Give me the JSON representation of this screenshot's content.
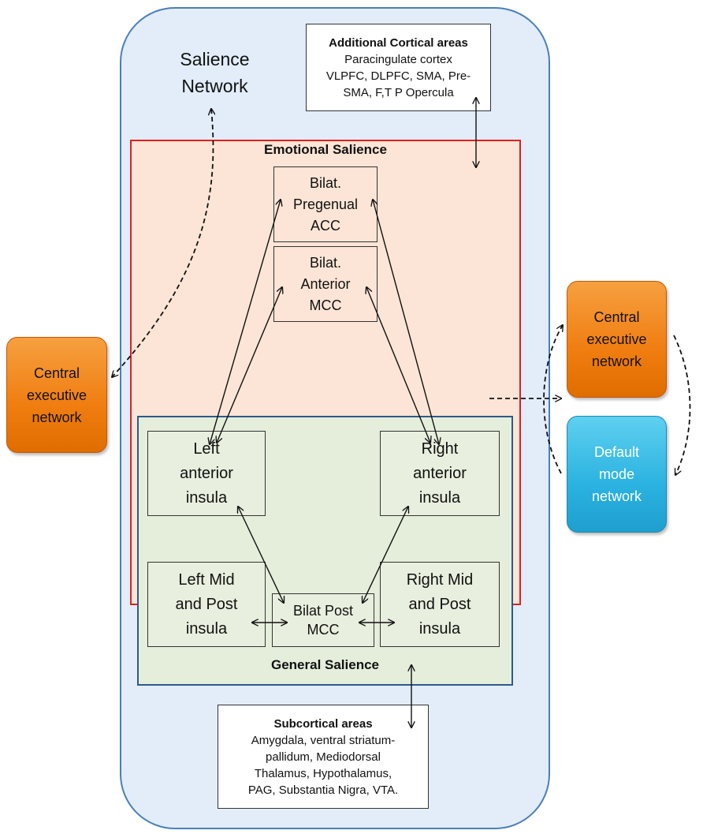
{
  "salience": {
    "title_lines": [
      "Salience",
      "Network"
    ]
  },
  "additional": {
    "heading": "Additional Cortical areas",
    "lines": [
      "Paracingulate cortex",
      "VLPFC, DLPFC, SMA, Pre-",
      "SMA, F,T P Opercula"
    ]
  },
  "emotional": {
    "title": "Emotional Salience"
  },
  "general": {
    "title": "General Salience"
  },
  "pregenual": {
    "lines": [
      "Bilat.",
      "Pregenual",
      "ACC"
    ]
  },
  "anterior_mcc": {
    "lines": [
      "Bilat.",
      "Anterior",
      "MCC"
    ]
  },
  "left_anterior": {
    "lines": [
      "Left",
      "anterior",
      "insula"
    ]
  },
  "right_anterior": {
    "lines": [
      "Right",
      "anterior",
      "insula"
    ]
  },
  "left_mid": {
    "lines": [
      "Left Mid",
      "and Post",
      "insula"
    ]
  },
  "right_mid": {
    "lines": [
      "Right Mid",
      "and Post",
      "insula"
    ]
  },
  "post_mcc": {
    "lines": [
      "Bilat Post",
      "MCC"
    ]
  },
  "subcortical": {
    "heading": "Subcortical areas",
    "lines": [
      "Amygdala, ventral striatum-",
      "pallidum, Mediodorsal",
      "Thalamus, Hypothalamus,",
      "PAG, Substantia Nigra, VTA."
    ]
  },
  "cen_left": {
    "lines": [
      "Central",
      "executive",
      "network"
    ]
  },
  "cen_right": {
    "lines": [
      "Central",
      "executive",
      "network"
    ]
  },
  "dmn": {
    "lines": [
      "Default",
      "mode",
      "network"
    ]
  },
  "colors": {
    "network_outline": "#4a7fb8",
    "emotional_border": "#e02020",
    "general_border": "#2e5a8a",
    "orange": "#f07d10",
    "blue": "#2ab2e0"
  }
}
